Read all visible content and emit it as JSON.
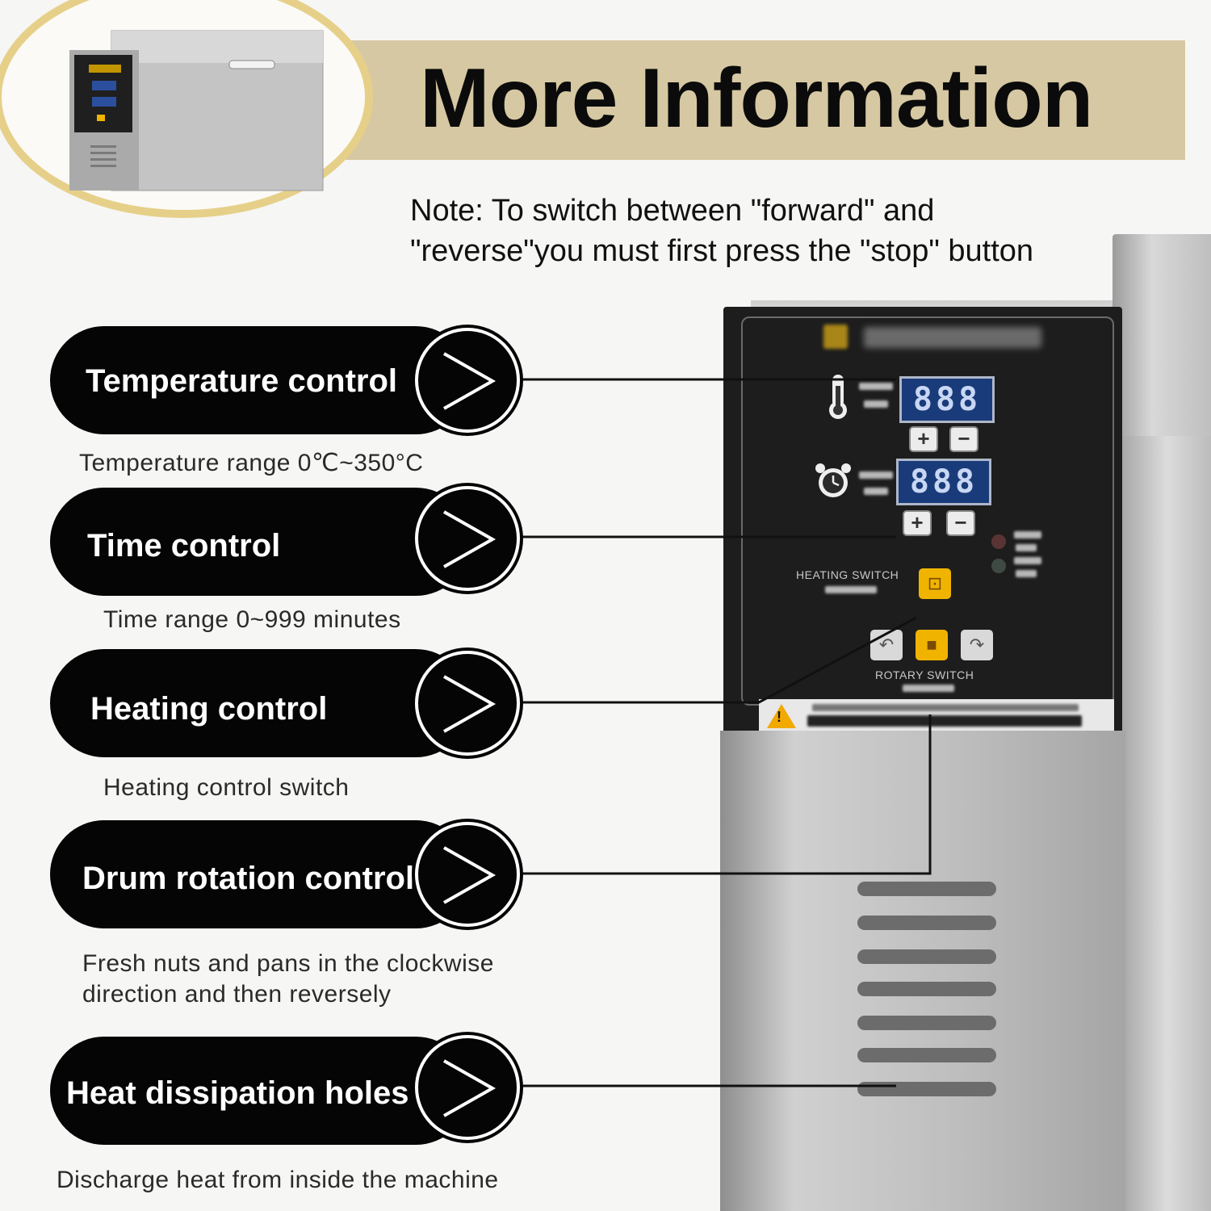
{
  "header": {
    "title": "More Information",
    "note_line_1": "Note: To switch between \"forward\" and",
    "note_line_2": "\"reverse\"you must first press the \"stop\" button"
  },
  "features": [
    {
      "label": "Temperature control",
      "description": "Temperature range 0℃~350°C"
    },
    {
      "label": "Time control",
      "description": "Time range 0~999 minutes"
    },
    {
      "label": "Heating control",
      "description": "Heating control switch"
    },
    {
      "label": "Drum rotation control",
      "description_line_1": "Fresh nuts and pans in the clockwise",
      "description_line_2": "direction and then reversely"
    },
    {
      "label": "Heat dissipation holes",
      "description": "Discharge heat from inside the machine"
    }
  ],
  "panel": {
    "temp_display": "888",
    "time_display": "888",
    "plus_symbol": "+",
    "minus_symbol": "−",
    "heating_switch_label": "HEATING SWITCH",
    "rotary_switch_label": "ROTARY SWITCH"
  },
  "colors": {
    "banner": "#d6c8a2",
    "thumb_ring": "#e6d089",
    "pill": "#050505",
    "button_yellow": "#f0b400",
    "display": "#1a3b7a"
  },
  "icons": [
    "chevron-right-icon",
    "thermometer-icon",
    "alarm-clock-icon",
    "warning-icon"
  ]
}
